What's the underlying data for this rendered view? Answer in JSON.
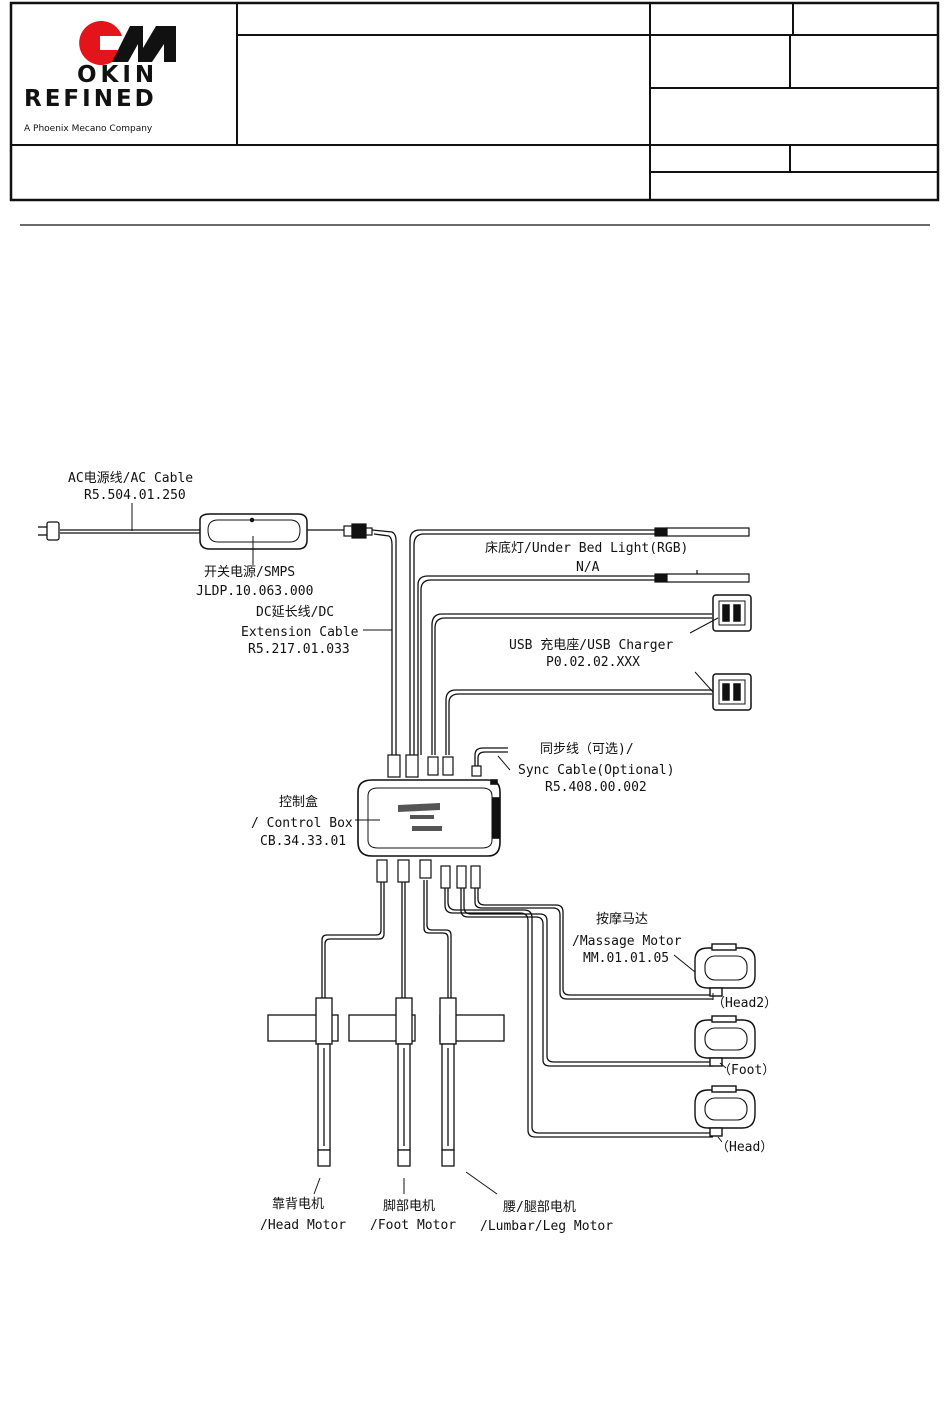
{
  "logo": {
    "line1": "OKIN",
    "line2": "REFINED",
    "tagline": "A Phoenix Mecano Company",
    "brand_color": "#e3151a"
  },
  "labels": {
    "ac_cable": [
      "AC电源线/AC Cable",
      "R5.504.01.250"
    ],
    "smps": [
      "开关电源/SMPS",
      "JLDP.10.063.000"
    ],
    "dc_cable": [
      "DC延长线/DC",
      "Extension Cable",
      "R5.217.01.033"
    ],
    "under_bed_light": [
      "床底灯/Under Bed Light(RGB)",
      "N/A"
    ],
    "usb_charger": [
      "USB 充电座/USB Charger",
      "P0.02.02.XXX"
    ],
    "sync_cable": [
      "同步线（可选)/",
      "Sync Cable(Optional)",
      "R5.408.00.002"
    ],
    "control_box": [
      "控制盒",
      "/ Control Box",
      "CB.34.33.01"
    ],
    "massage_motor": [
      "按摩马达",
      "/Massage Motor",
      "MM.01.01.05"
    ],
    "head2": "（Head2）",
    "foot": "（Foot）",
    "head": "（Head）",
    "head_motor": [
      "靠背电机",
      "/Head Motor"
    ],
    "foot_motor": [
      "脚部电机",
      "/Foot Motor"
    ],
    "lumbar_motor": [
      "腰/腿部电机",
      "/Lumbar/Leg Motor"
    ]
  }
}
